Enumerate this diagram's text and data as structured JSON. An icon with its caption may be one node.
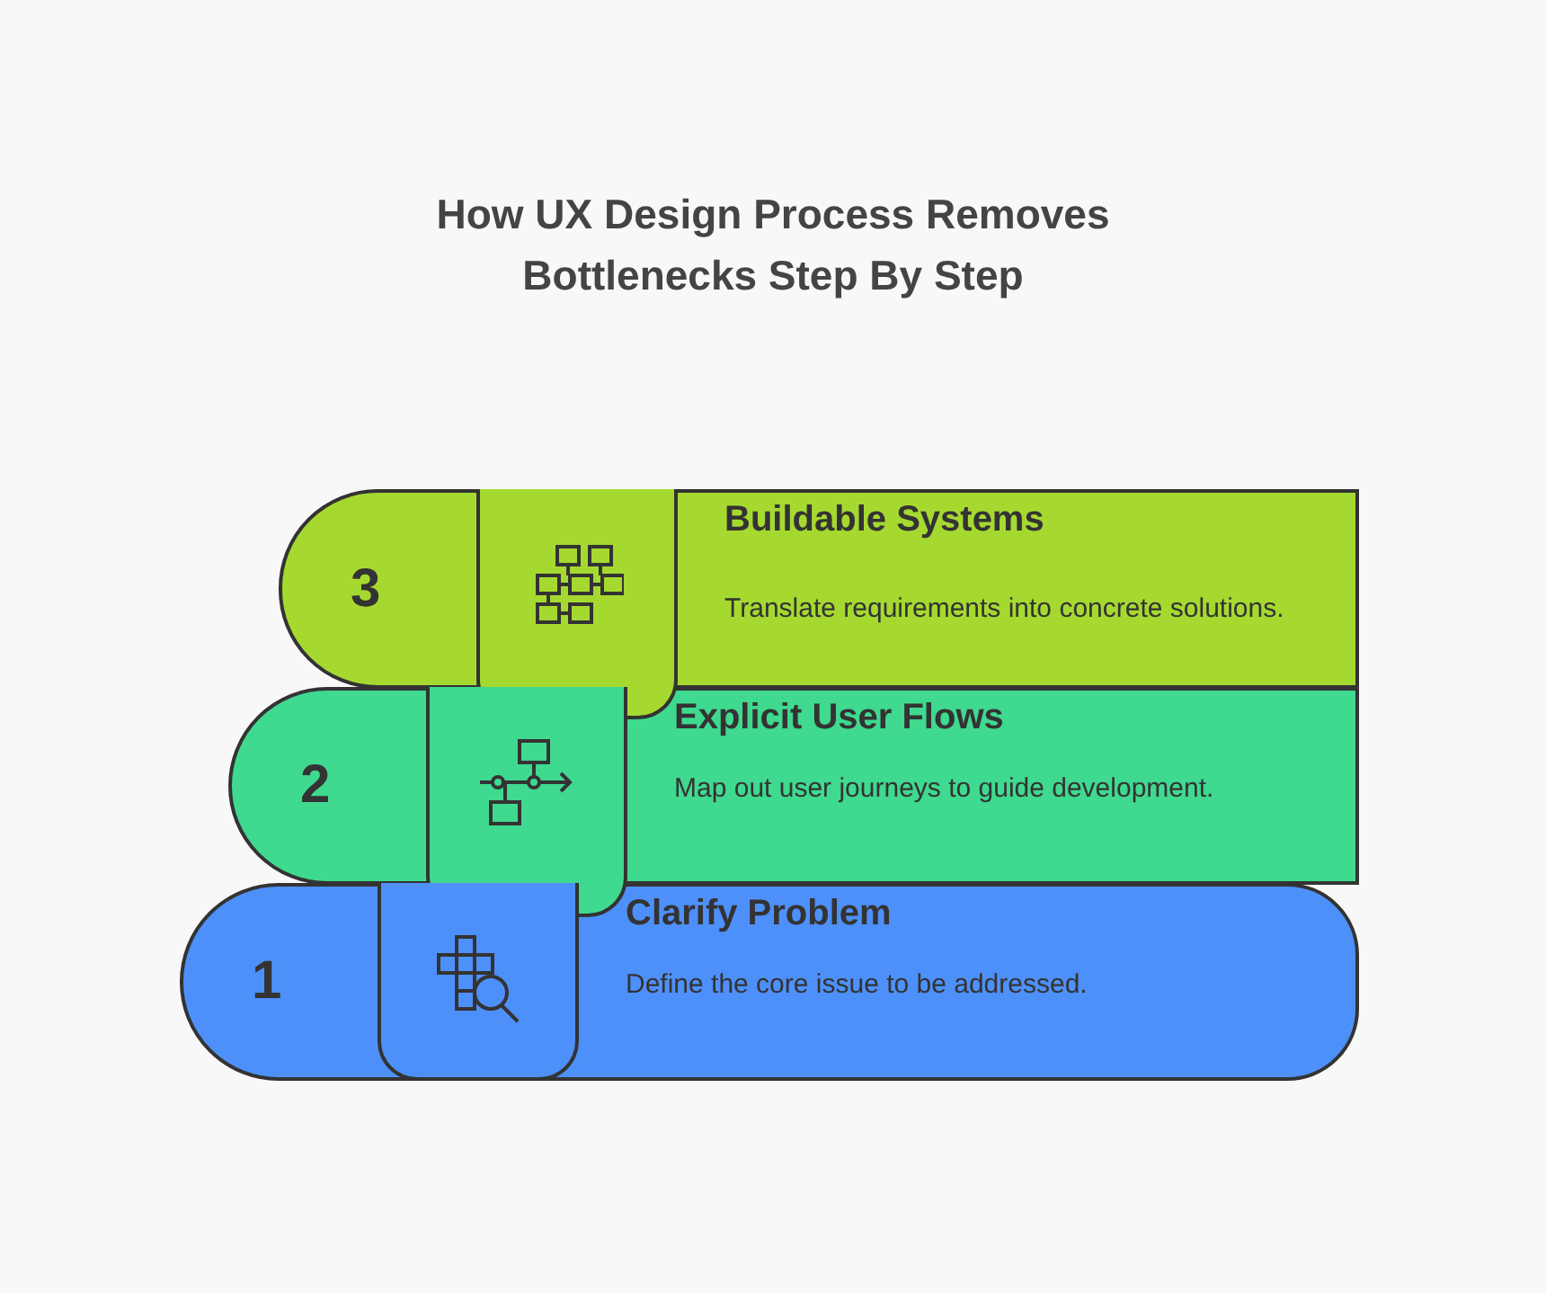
{
  "diagram": {
    "title": "How UX Design Process Removes Bottlenecks Step By Step",
    "nodes": [
      {
        "text": [
          "3",
          "Buildable Systems",
          "Translate requirements into concrete solutions."
        ]
      },
      {
        "text": [
          "2",
          "Explicit User Flows",
          "Map out user journeys to guide development."
        ]
      },
      {
        "text": [
          "1",
          "Clarify Problem",
          "Define the core issue to be addressed."
        ]
      }
    ]
  }
}
